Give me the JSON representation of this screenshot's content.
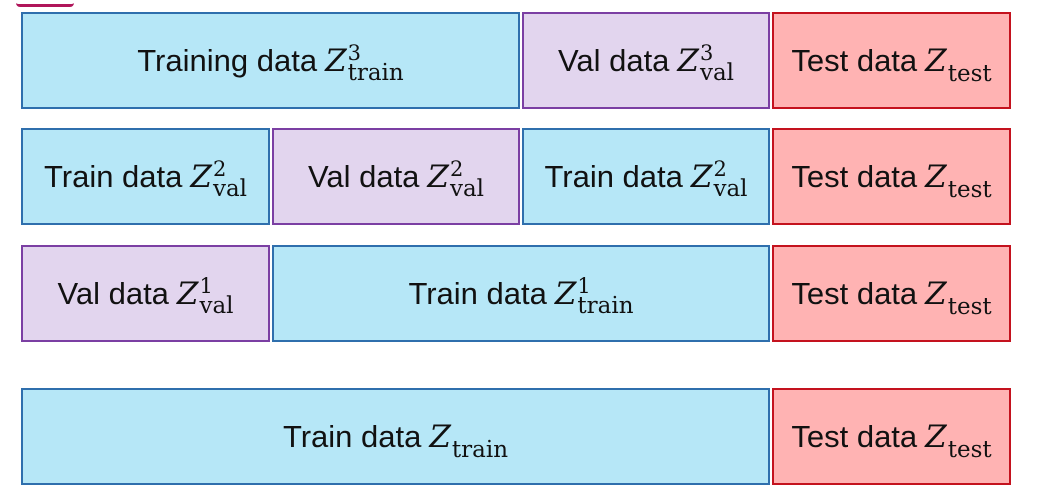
{
  "rows": [
    {
      "blocks": [
        {
          "label": "Training data",
          "var": "Z",
          "sup": "3",
          "sub": "train",
          "kind": "train"
        },
        {
          "label": "Val data",
          "var": "Z",
          "sup": "3",
          "sub": "val",
          "kind": "val"
        },
        {
          "label": "Test data",
          "var": "Z",
          "sup": "",
          "sub": "test",
          "kind": "test"
        }
      ]
    },
    {
      "blocks": [
        {
          "label": "Train data",
          "var": "Z",
          "sup": "2",
          "sub": "val",
          "kind": "train"
        },
        {
          "label": "Val data",
          "var": "Z",
          "sup": "2",
          "sub": "val",
          "kind": "val"
        },
        {
          "label": "Train data",
          "var": "Z",
          "sup": "2",
          "sub": "val",
          "kind": "train"
        },
        {
          "label": "Test data",
          "var": "Z",
          "sup": "",
          "sub": "test",
          "kind": "test"
        }
      ]
    },
    {
      "blocks": [
        {
          "label": "Val data",
          "var": "Z",
          "sup": "1",
          "sub": "val",
          "kind": "val"
        },
        {
          "label": "Train data",
          "var": "Z",
          "sup": "1",
          "sub": "train",
          "kind": "train"
        },
        {
          "label": "Test data",
          "var": "Z",
          "sup": "",
          "sub": "test",
          "kind": "test"
        }
      ]
    },
    {
      "blocks": [
        {
          "label": "Train data",
          "var": "Z",
          "sup": "",
          "sub": "train",
          "kind": "train"
        },
        {
          "label": "Test data",
          "var": "Z",
          "sup": "",
          "sub": "test",
          "kind": "test"
        }
      ]
    }
  ],
  "colors": {
    "train_fill": "#b6e7f7",
    "train_border": "#2f6fad",
    "val_fill": "#e2d5ee",
    "val_border": "#7b3fa3",
    "test_fill": "#ffb3b3",
    "test_border": "#c4121e"
  }
}
